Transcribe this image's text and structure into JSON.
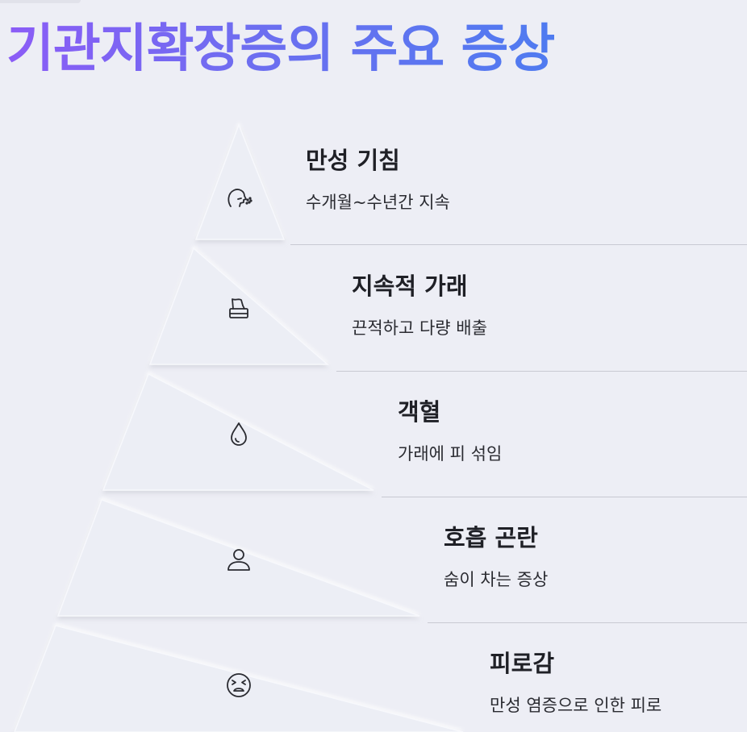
{
  "title": "기관지확장증의 주요 증상",
  "tiers": [
    {
      "heading": "만성 기침",
      "description": "수개월~수년간 지속",
      "icon": "coughing-person-icon"
    },
    {
      "heading": "지속적 가래",
      "description": "끈적하고 다량 배출",
      "icon": "tissue-box-icon"
    },
    {
      "heading": "객혈",
      "description": "가래에 피 섞임",
      "icon": "blood-drop-icon"
    },
    {
      "heading": "호흡 곤란",
      "description": "숨이 차는 증상",
      "icon": "person-icon"
    },
    {
      "heading": "피로감",
      "description": "만성 염증으로 인한 피로",
      "icon": "tired-face-icon"
    }
  ],
  "colors": {
    "background": "#edeef5",
    "title_gradient_start": "#8b5cf6",
    "title_gradient_end": "#4f7bf0",
    "tier_fill": "#eceef5",
    "divider": "#c8c9d2",
    "text": "#1f2026"
  }
}
